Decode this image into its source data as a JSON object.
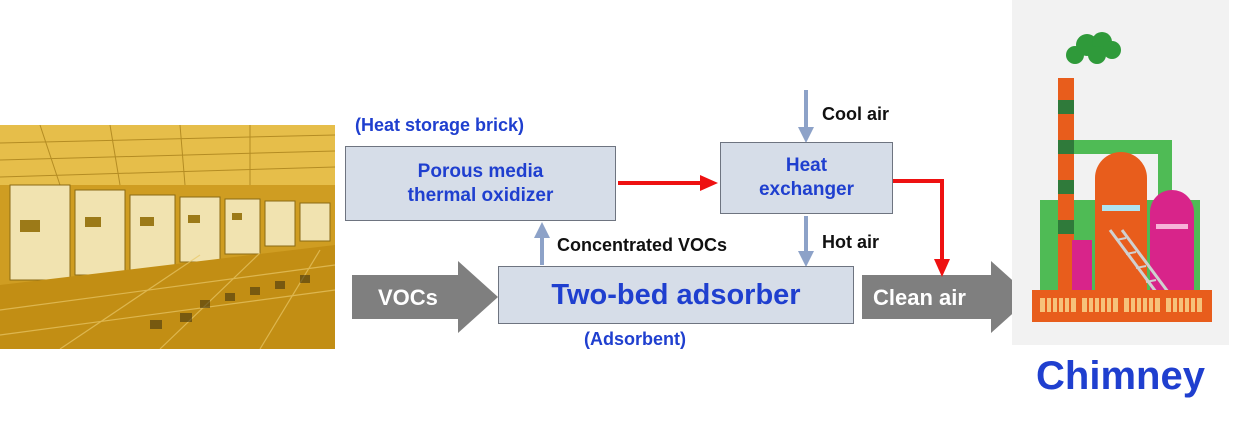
{
  "labels": {
    "heat_storage_brick": "(Heat storage brick)",
    "porous_media": "Porous media",
    "thermal_oxidizer": "thermal oxidizer",
    "heat": "Heat",
    "exchanger": "exchanger",
    "cool_air": "Cool air",
    "hot_air": "Hot air",
    "concentrated_vocs": "Concentrated VOCs",
    "two_bed_adsorber": "Two-bed adsorber",
    "adsorbent": "(Adsorbent)",
    "vocs": "VOCs",
    "clean_air": "Clean air",
    "chimney": "Chimney"
  },
  "colors": {
    "title_blue": "#1f3fcf",
    "box_fill": "#d6dde8",
    "flow_red": "#ee1111",
    "feed_gray": "#7f7f7f",
    "up_arrow_blue": "#8da2c8",
    "fab_yellow": "#d4a024"
  }
}
